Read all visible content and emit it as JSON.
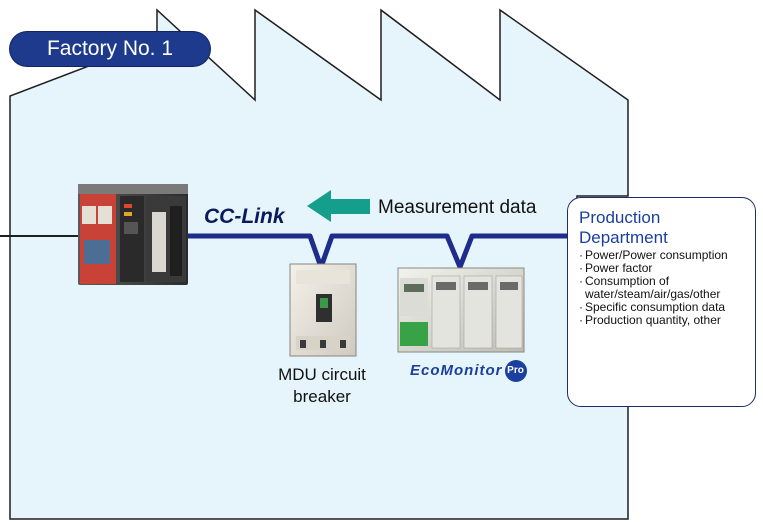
{
  "factory": {
    "label": "Factory No. 1"
  },
  "network": {
    "label": "CC-Link",
    "flow_label": "Measurement data",
    "line_color": "#1e2c8c",
    "arrow_color": "#159e8c"
  },
  "devices": {
    "plc": "plc-controller-image",
    "breaker_label": "MDU circuit breaker",
    "ecomonitor_label": "EcoMonitor",
    "ecomonitor_badge": "Pro"
  },
  "production": {
    "title": "Production Department",
    "items": [
      "Power/Power consumption",
      "Power factor",
      "Consumption of water/steam/air/gas/other",
      "Specific consumption data",
      "Production quantity, other"
    ]
  },
  "colors": {
    "factory_fill": "#e6f4fc",
    "factory_outline": "#1f1f1f",
    "badge_fill": "#1e3a8c"
  }
}
